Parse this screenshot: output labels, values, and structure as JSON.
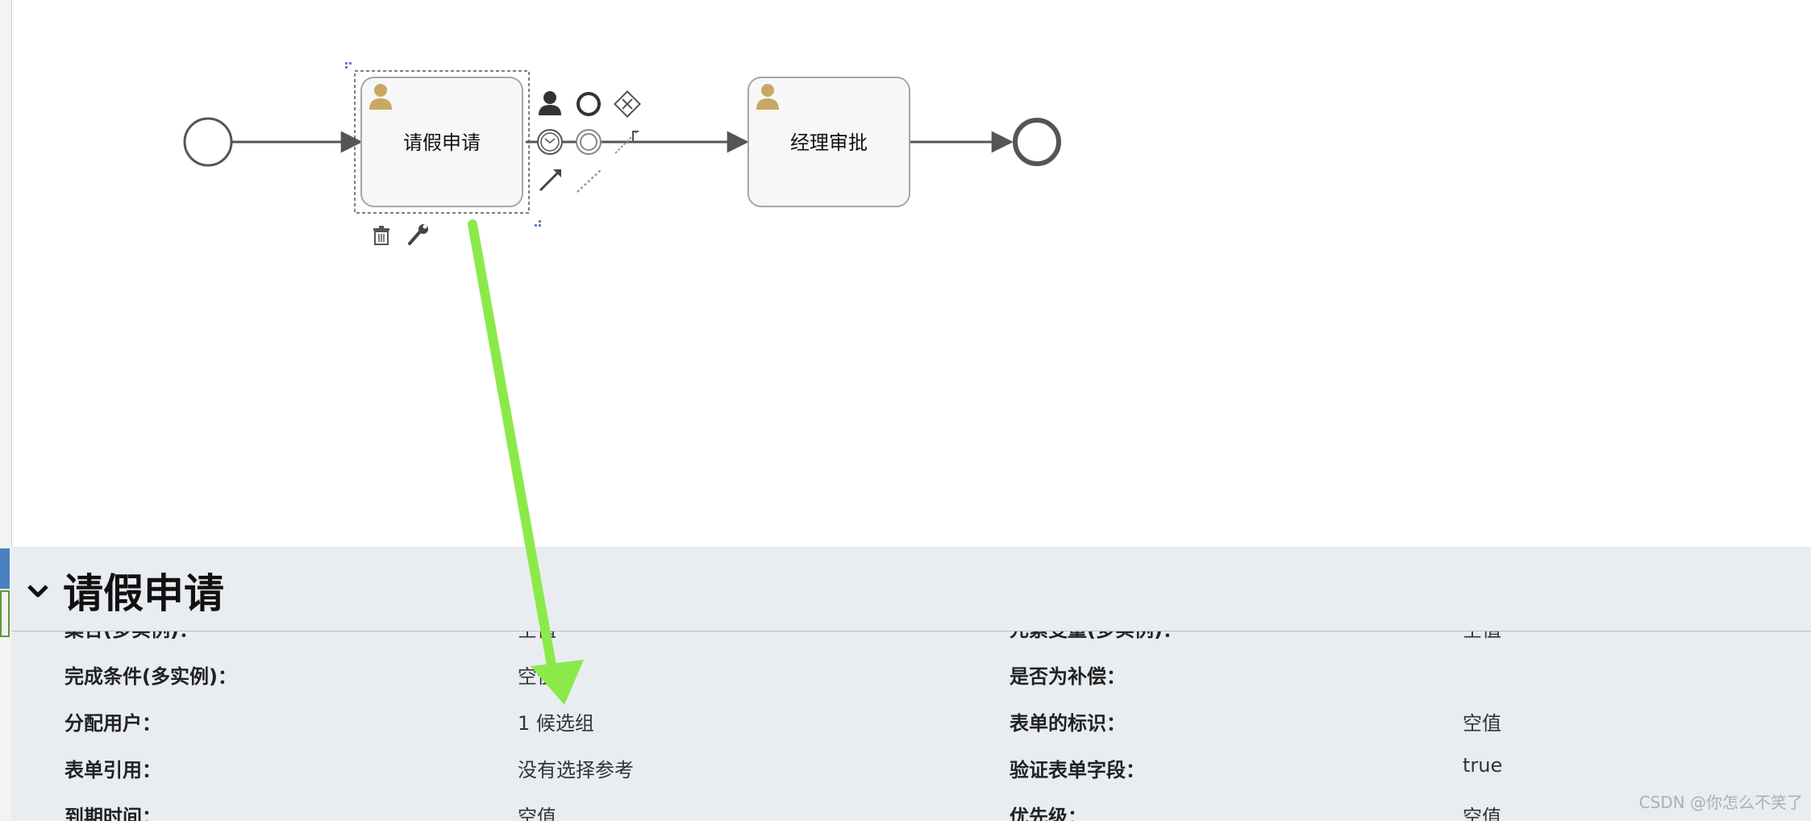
{
  "diagram": {
    "task_1": "请假申请",
    "task_2": "经理审批"
  },
  "properties": {
    "title": "请假申请",
    "rows": [
      {
        "left_label": "集合(多实例)：",
        "left_value": "空值",
        "right_label": "元素变量(多实例)：",
        "right_value": "空值"
      },
      {
        "left_label": "完成条件(多实例)：",
        "left_value": "空值",
        "right_label": "是否为补偿：",
        "right_value": ""
      },
      {
        "left_label": "分配用户：",
        "left_value": "1 候选组",
        "right_label": "表单的标识：",
        "right_value": "空值"
      },
      {
        "left_label": "表单引用：",
        "left_value": "没有选择参考",
        "right_label": "验证表单字段：",
        "right_value": "true"
      },
      {
        "left_label": "到期时间：",
        "left_value": "空值",
        "right_label": "优先级：",
        "right_value": "空值"
      }
    ]
  },
  "watermark": "CSDN @你怎么不笑了",
  "colors": {
    "arrow": "#8bea4a",
    "user_icon": "#c9a865",
    "panel_bg": "#e9edf1",
    "selection": "#5b7fc7"
  },
  "icons": {
    "task_type": "user-icon",
    "delete": "trash-icon",
    "properties": "wrench-icon"
  }
}
